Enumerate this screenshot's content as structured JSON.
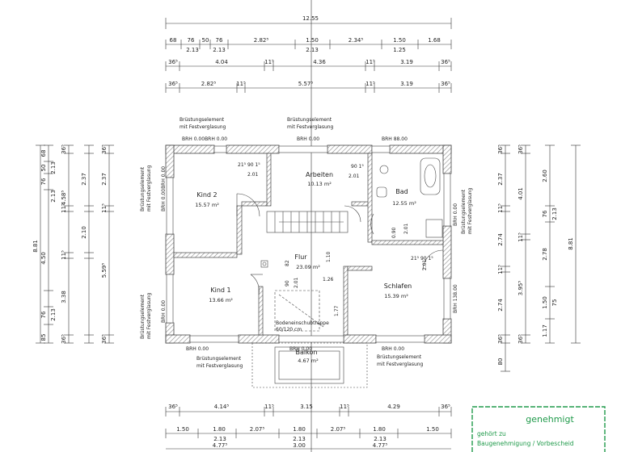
{
  "rooms": {
    "kind2": {
      "name": "Kind 2",
      "area": "15.57 m²"
    },
    "arbeiten": {
      "name": "Arbeiten",
      "area": "10.13 m²"
    },
    "bad": {
      "name": "Bad",
      "area": "12.55 m²"
    },
    "flur": {
      "name": "Flur",
      "area": "23.09 m²"
    },
    "kind1": {
      "name": "Kind 1",
      "area": "13.66 m²"
    },
    "schlafen": {
      "name": "Schlafen",
      "area": "15.39 m²"
    },
    "balkon": {
      "name": "Balkon",
      "area": "4.67 m²"
    }
  },
  "stair": {
    "name": "Bodeneinschubtreppe",
    "size": "60/120 cm"
  },
  "labels": {
    "glazing_1": "Brüstungselement",
    "glazing_2": "mit Festverglasung",
    "brh_top_left": "BRH 0.00BRH 0.00",
    "brh_top_mid": "BRH 0.00",
    "brh_top_right": "BRH 88.00",
    "brh_left_upper": "BRH 0.00BRH 0.00",
    "brh_left_lower": "BRH 0.00",
    "brh_right_upper": "BRH 0.00",
    "brh_right_lower": "BRH 138.00",
    "brh_bottom_left": "BRH 0.00",
    "brh_bottom_mid": "BRH 0.00",
    "brh_bottom_right": "BRH 0.00"
  },
  "dims": {
    "total_width": "12.55",
    "top_row1": [
      "68",
      "76",
      "50",
      "76",
      "2.82⁵",
      "1.50",
      "2.34⁵",
      "1.50",
      "1.68"
    ],
    "top_row1_sub": [
      "2.13",
      "2.13",
      "2.13",
      "1.25"
    ],
    "top_row2": [
      "36⁵",
      "4.04",
      "11⁵",
      "4.36",
      "11⁵",
      "3.19",
      "36⁵"
    ],
    "top_row3": [
      "36⁵",
      "2.82⁵",
      "11⁵",
      "5.57⁵",
      "11⁵",
      "3.19",
      "36⁵"
    ],
    "bottom_row1": [
      "36⁵",
      "4.14⁵",
      "11⁵",
      "3.15",
      "11⁵",
      "4.29",
      "36⁵"
    ],
    "bottom_row2": [
      "1.50",
      "1.80",
      "2.07⁵",
      "1.80",
      "2.07⁵",
      "1.80",
      "1.50"
    ],
    "bottom_row2_sub": [
      "2.13",
      "2.13",
      "2.13"
    ],
    "bottom_row3": [
      "4.77⁵",
      "3.00",
      "4.77⁵"
    ],
    "left_total": "8.81",
    "left_col1": [
      "85",
      "76",
      "4.50",
      "76",
      "50",
      "68"
    ],
    "left_col1_sub": [
      "2.13",
      "2.13",
      "2.13"
    ],
    "left_col2": [
      "36⁵",
      "3.38",
      "11⁵",
      "2.10",
      "11⁵",
      "2.37",
      "36⁵"
    ],
    "left_col2_extra": "4.58⁵",
    "left_col3": [
      "36⁵",
      "5.59⁵",
      "11⁵",
      "2.37",
      "36⁵"
    ],
    "right_col1": [
      "80",
      "36⁵",
      "2.74",
      "11⁵",
      "2.74",
      "11⁵",
      "2.37",
      "36⁵"
    ],
    "right_col2": [
      "36⁵",
      "3.95⁵",
      "11⁵",
      "4.01",
      "36⁵"
    ],
    "right_col3": [
      "1.17",
      "1.50",
      "2.78",
      "76",
      "2.60"
    ],
    "right_col3_extra": [
      "75",
      "2.13"
    ],
    "right_total": "8.81",
    "inner": {
      "kind2_door": "21⁵ 90 1⁵",
      "kind2_door_sub": "2.01",
      "arbeiten_door": "90 1⁵",
      "arbeiten_door_sub": "2.01",
      "bad_door_a": "0.90",
      "bad_door_b": "2.01",
      "schlafen_door": "21⁵ 90 1⁵",
      "schlafen_door_sub": "2.01",
      "flur_110": "1.10",
      "flur_126": "1.26",
      "flur_177": "1.77",
      "kind1_82": "82",
      "kind1_90": "90",
      "kind1_201": "2.01"
    }
  },
  "stamp": {
    "title": "genehmigt",
    "line1": "gehört zu",
    "line2": "Baugenehmigung / Vorbescheid"
  },
  "colors": {
    "wall": "#555555",
    "hatch": "#999999",
    "stamp": "#1f9a4a",
    "line": "#333333"
  }
}
